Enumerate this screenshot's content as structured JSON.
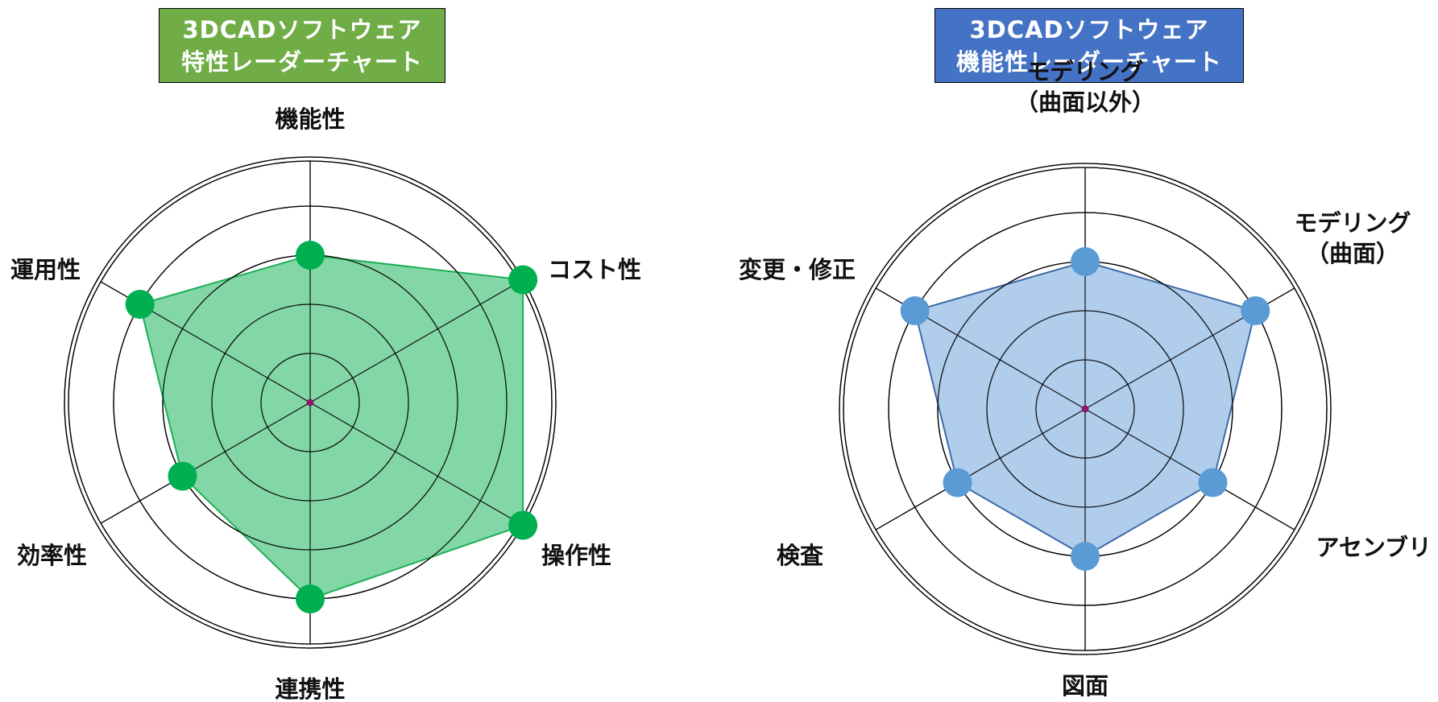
{
  "chart_data": [
    {
      "type": "radar",
      "title_lines": [
        "3DCADソフトウェア",
        "特性レーダーチャート"
      ],
      "axes": [
        {
          "label_lines": [
            "機能性"
          ]
        },
        {
          "label_lines": [
            "コスト性"
          ]
        },
        {
          "label_lines": [
            "操作性"
          ]
        },
        {
          "label_lines": [
            "連携性"
          ]
        },
        {
          "label_lines": [
            "効率性"
          ]
        },
        {
          "label_lines": [
            "運用性"
          ]
        }
      ],
      "values": [
        3,
        5,
        5,
        4,
        3,
        4
      ],
      "rmax": 5,
      "ring_count": 5,
      "colors": {
        "title_bg": "#70ad47",
        "fill": "#7fd6a4",
        "stroke": "#1fae57",
        "marker": "#00b050"
      }
    },
    {
      "type": "radar",
      "title_lines": [
        "3DCADソフトウェア",
        "機能性レーダーチャート"
      ],
      "axes": [
        {
          "label_lines": [
            "モデリング",
            "（曲面以外）"
          ]
        },
        {
          "label_lines": [
            "モデリング",
            "（曲面）"
          ]
        },
        {
          "label_lines": [
            "アセンブリ"
          ]
        },
        {
          "label_lines": [
            "図面"
          ]
        },
        {
          "label_lines": [
            "検査"
          ]
        },
        {
          "label_lines": [
            "変更・修正"
          ]
        }
      ],
      "values": [
        3,
        4,
        3,
        3,
        3,
        4
      ],
      "rmax": 5,
      "ring_count": 5,
      "colors": {
        "title_bg": "#4472c4",
        "fill": "#aecbeb",
        "stroke": "#3f6aa8",
        "marker": "#5b9bd5"
      }
    }
  ]
}
